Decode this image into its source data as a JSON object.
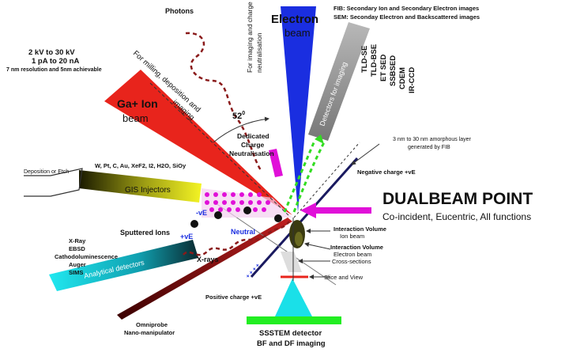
{
  "fib_legend": "FIB: Secondary Ion and Secondary Electron images",
  "sem_legend": "SEM: Seconday Electron and Backscattered images",
  "photons": "Photons",
  "electron_beam": [
    "Electron",
    "beam"
  ],
  "for_imaging": [
    "For imaging and charge",
    "neutralisation"
  ],
  "ion_specs": [
    "2 kV to 30 kV",
    "1 pA to 20 nA",
    "7 nm resolution and 5nm achievable"
  ],
  "for_milling": [
    "For milling, deposition and",
    "imaging"
  ],
  "ga_ion_beam": [
    "Ga+ Ion",
    "beam"
  ],
  "angle": "52",
  "angle_sup": "0",
  "detectors_for_imaging": "Detectors for imaging",
  "detectors": [
    "TLD-SE",
    "TLD-BSE",
    "ET SED",
    "SSBSED",
    "CDEM",
    "IR-CCD"
  ],
  "charge_neutralisation": [
    "Dedicated",
    "Charge",
    "Neutralisation"
  ],
  "amorphous_layer": [
    "3 nm to 30 nm amorphous layer",
    "generated by FIB"
  ],
  "gis_elements": "W, Pt, C, Au, XeF2, I2, H2O, SiOy",
  "deposition": "Deposition or Etch",
  "gis_injectors": "GIS Injectors",
  "negative_charge": "Negative charge +vE",
  "dualbeam_title": "DUALBEAM POINT",
  "dualbeam_subtitle": "Co-incident, Eucentric, All functions",
  "minus_ve": "-vE",
  "plus_ve": "+vE",
  "sputtered_ions": "Sputtered Ions",
  "neutral": "Neutral",
  "interaction_ion": [
    "Interaction Volume",
    "Ion beam"
  ],
  "interaction_electron": [
    "Interaction Volume",
    "Electron  beam"
  ],
  "analytical_list": [
    "X-Ray",
    "EBSD",
    "Cathodoluminescence",
    "Auger",
    "SIMS"
  ],
  "analytical_detectors": "Analytical detectors",
  "xrays": "X-rays",
  "cross_sections": "Cross-sections",
  "slice_view": "Slice and View",
  "plus_signs": "+ + + +",
  "positive_charge": "Positive charge +vE",
  "omniprobe": [
    "Omniprobe",
    "Nano-manipulator"
  ],
  "stem_detector": [
    "SSSTEM detector",
    "BF and DF imaging"
  ],
  "colors": {
    "electron_beam": "#1a2ee0",
    "ion_beam": "#e8241c",
    "gis": "#e6e61e",
    "analytical": "#1ae0e8",
    "detector_gray": "#9a9a9a",
    "magenta": "#e010d8",
    "green_arrow": "#33dd22",
    "stem_green": "#22ee22",
    "dark_red": "#7a1010",
    "navy": "#1a1a60"
  }
}
